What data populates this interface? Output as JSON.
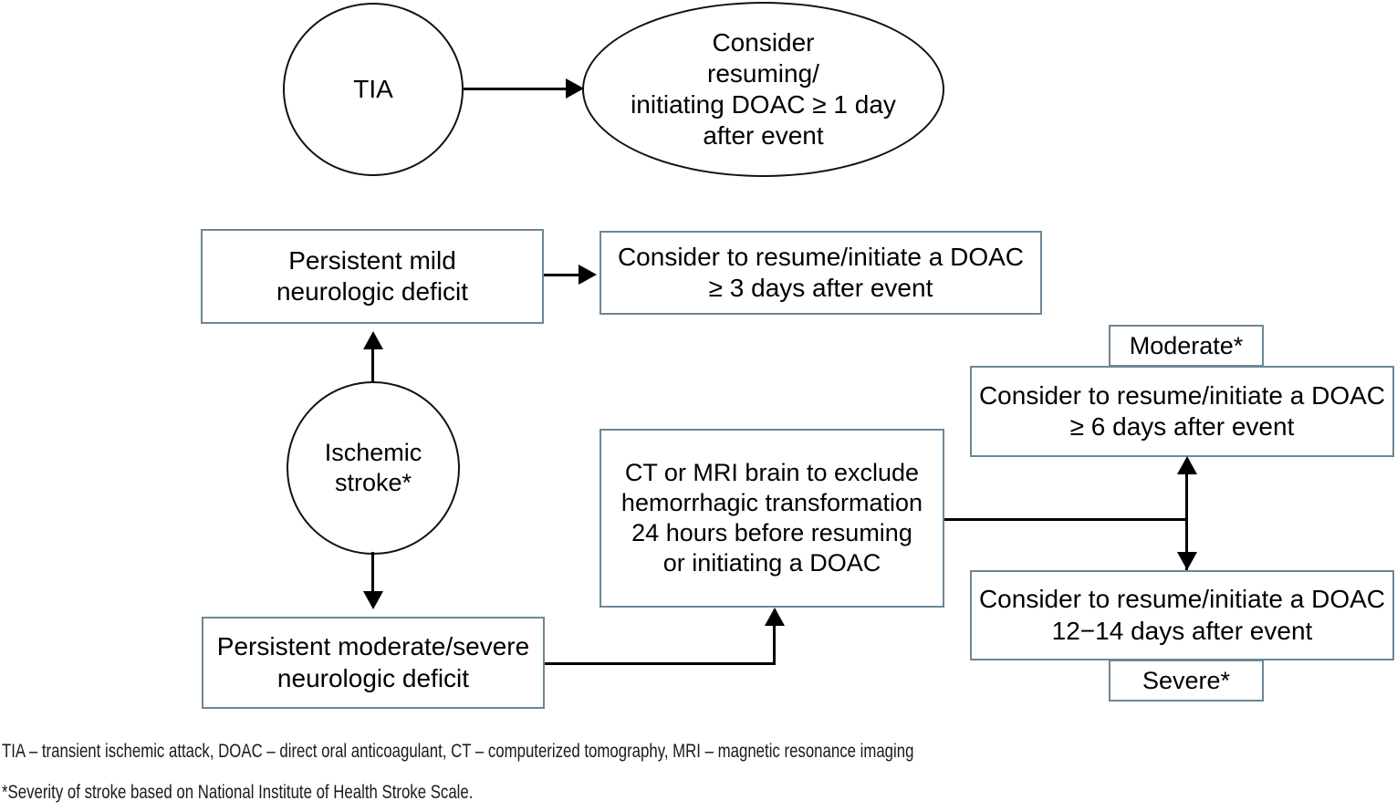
{
  "figure": {
    "type": "clinical-decision-flowchart",
    "topic": "Timing of DOAC resumption or initiation after TIA or ischemic stroke",
    "border_color_rect": "#6d8795",
    "border_color_round": "#111111",
    "background": "#ffffff"
  },
  "nodes": {
    "tia": {
      "label": "TIA",
      "shape": "circle"
    },
    "tia_action": {
      "label": "Consider\nresuming/\ninitiating DOAC ≥ 1 day\nafter event",
      "shape": "ellipse"
    },
    "mild_deficit": {
      "label": "Persistent mild\nneurologic deficit",
      "shape": "rect"
    },
    "mild_action": {
      "label": "Consider to resume/initiate a DOAC\n≥ 3 days after event",
      "shape": "rect"
    },
    "ischemic_stroke": {
      "label": "Ischemic\nstroke*",
      "shape": "circle"
    },
    "moderate_severe_deficit": {
      "label": "Persistent moderate/severe\nneurologic deficit",
      "shape": "rect"
    },
    "imaging": {
      "label": "CT or MRI brain to exclude\nhemorrhagic transformation\n24 hours before resuming\nor initiating a DOAC",
      "shape": "rect"
    },
    "moderate_label": {
      "label": "Moderate*",
      "shape": "rect"
    },
    "moderate_action": {
      "label": "Consider to resume/initiate a DOAC\n≥ 6 days after event",
      "shape": "rect"
    },
    "severe_action": {
      "label": "Consider to resume/initiate a DOAC\n12−14 days after event",
      "shape": "rect"
    },
    "severe_label": {
      "label": "Severe*",
      "shape": "rect"
    }
  },
  "connectors": [
    {
      "name": "tia-to-tia-action",
      "from": "tia",
      "to": "tia_action",
      "style": "arrow-right"
    },
    {
      "name": "stroke-to-mild",
      "from": "ischemic_stroke",
      "to": "mild_deficit",
      "style": "arrow-up"
    },
    {
      "name": "stroke-to-moderate-severe",
      "from": "ischemic_stroke",
      "to": "moderate_severe_deficit",
      "style": "arrow-down"
    },
    {
      "name": "mild-to-mild-action",
      "from": "mild_deficit",
      "to": "mild_action",
      "style": "arrow-right"
    },
    {
      "name": "moderate-severe-to-imaging",
      "from": "moderate_severe_deficit",
      "to": "imaging",
      "style": "elbow-arrow-up"
    },
    {
      "name": "imaging-to-severity-split",
      "from": "imaging",
      "to": "moderate_action / severe_action",
      "style": "double-arrow-vertical"
    }
  ],
  "footnotes": {
    "abbreviations": "TIA – transient ischemic attack, DOAC – direct oral anticoagulant, CT – computerized tomography, MRI – magnetic resonance imaging",
    "severity_note": "*Severity of stroke based on National Institute of Health Stroke Scale."
  }
}
